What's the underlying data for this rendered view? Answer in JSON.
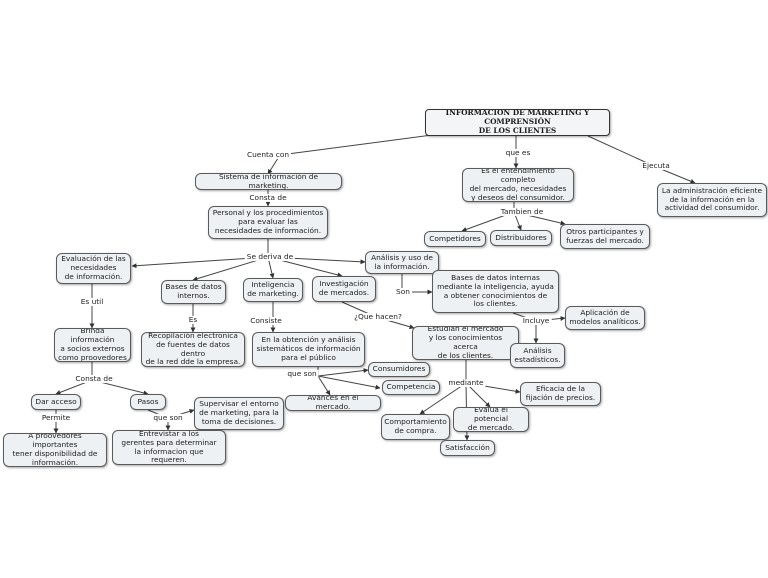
{
  "nodes": {
    "root": "INFORMACIÓN DE MARKETING Y COMPRENSIÓN\nDE LOS CLIENTES",
    "sistema": "Sistema de información de marketing.",
    "entendimiento": "Es el entendimiento completo\ndel mercado, necesidades\ny deseos del consumidor.",
    "administracion": "La administración eficiente\nde la información en la\nactividad del consumidor.",
    "personal": "Personal y los procedimientos\npara evaluar las\nnecesidades de información.",
    "competidores": "Competidores",
    "distribuidores": "Distribuidores",
    "otros": "Otros participantes y\nfuerzas del mercado.",
    "evaluacion": "Evaluación de las\nnecesidades\nde información.",
    "analisis_uso": "Análisis y uso de\nla información.",
    "bases_internos": "Bases de datos\ninternos.",
    "inteligencia": "Inteligencia\nde marketing.",
    "investigacion": "Investigación\nde mercados.",
    "bases_internas": "Bases de datos internas\nmediante la inteligencia, ayuda\na obtener conocimientos de\nlos clientes.",
    "brinda": "Brinda información\na socios externos\ncomo proovedores",
    "recopilacion": "Recopilación electronica\nde fuentes de datos dentro\nde la red dde la empresa.",
    "obtencion": "En la obtención y análisis\nsistemáticos de información\npara el público",
    "aplicacion": "Aplicación de\nmodelos analíticos.",
    "estudian": "Estudian el mercado\ny los conocimientos acerca\nde los clientes.",
    "analisis_est": "Análisis\nestadísticos.",
    "consumidores": "Consumidores",
    "competencia": "Competencia",
    "dar_acceso": "Dar acceso",
    "pasos": "Pasos",
    "supervisar": "Supervisar el entorno\nde marketing, para la\ntoma de decisiones.",
    "avances": "Avances en el mercado.",
    "eficacia": "Eficacia de la\nfijación de precios.",
    "proveedores": "A proovedores importantes\ntener disponibilidad de\ninformación.",
    "entrevistar": "Entrevistar a los\ngerentes para determinar\nla informacion que requeren.",
    "comportamiento": "Comportamiento\nde compra.",
    "evalua": "Evalúa el potencial\nde mercado.",
    "satisfaccion": "Satisfacción"
  },
  "links": {
    "cuenta_con": "Cuenta con",
    "que_es": "que es",
    "ejecuta": "Ejecuta",
    "consta_de": "Consta de",
    "tambien_de": "Tambien de",
    "se_deriva_de": "Se deriva de",
    "es_util": "Es util",
    "son": "Son",
    "consiste": "Consiste",
    "es": "Es",
    "que_hacen": "¿Que hacen?",
    "incluye": "Incluye",
    "consta_de_2": "Consta de",
    "que_son": "que son",
    "mediante": "mediante",
    "permite": "Permite",
    "que_son_2": "que son"
  }
}
